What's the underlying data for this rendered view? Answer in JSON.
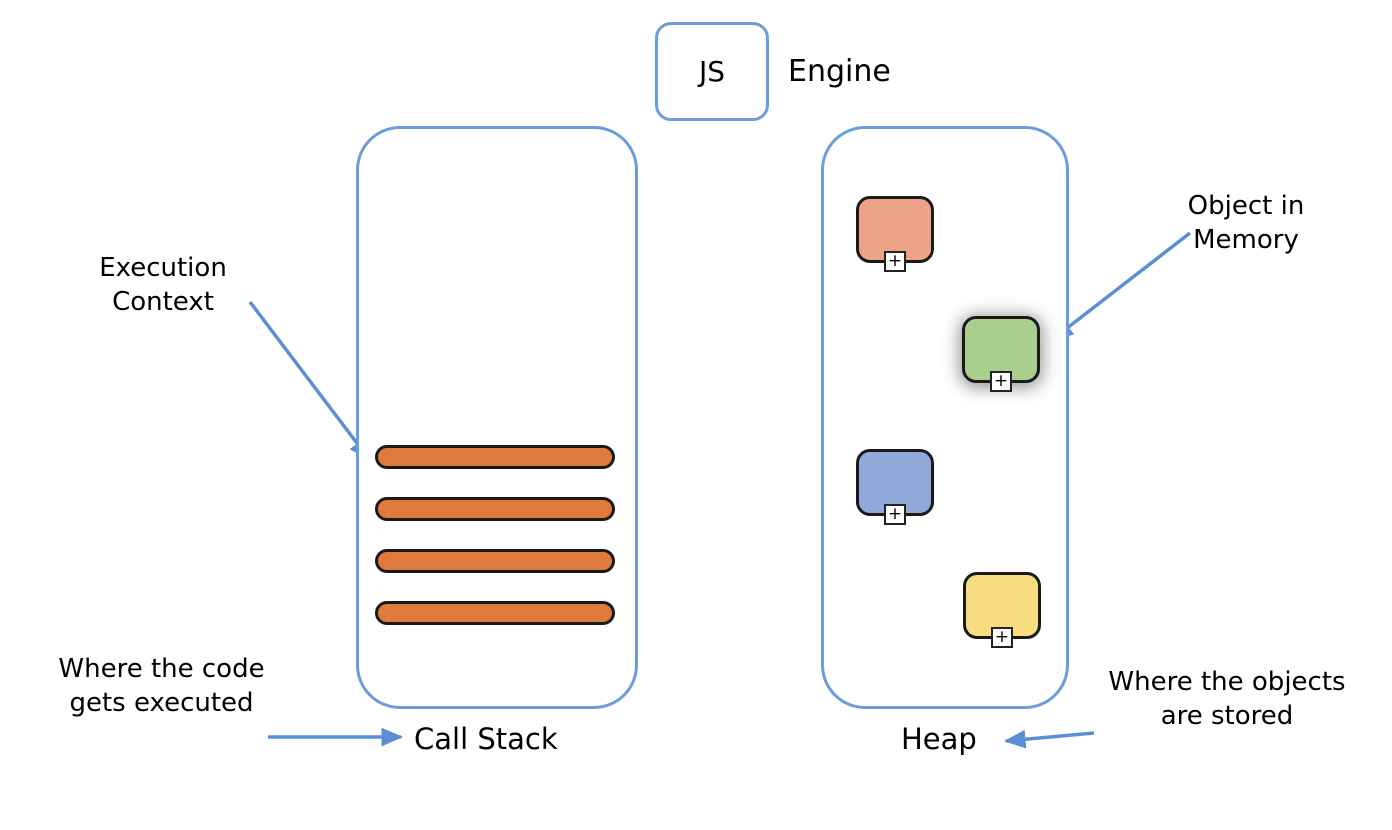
{
  "colors": {
    "outline": "#6c9ddb",
    "arrow": "#5b8fd4",
    "stack-frame-fill": "#e0793c",
    "shape-border": "#1a1a1a"
  },
  "engine": {
    "badge": "JS",
    "label": "Engine"
  },
  "call_stack": {
    "label": "Call Stack",
    "frame_count": 4
  },
  "heap": {
    "label": "Heap",
    "expand_icon": "+",
    "objects": [
      {
        "name": "heap-object-1",
        "color": "#eda486"
      },
      {
        "name": "heap-object-2",
        "color": "#a8cf8e"
      },
      {
        "name": "heap-object-3",
        "color": "#90a9d9"
      },
      {
        "name": "heap-object-4",
        "color": "#f7dc80"
      }
    ]
  },
  "annotations": {
    "execution_context": "Execution\nContext",
    "where_code": "Where the code\ngets executed",
    "object_in_memory": "Object in\nMemory",
    "where_objects": "Where the objects\nare stored"
  }
}
